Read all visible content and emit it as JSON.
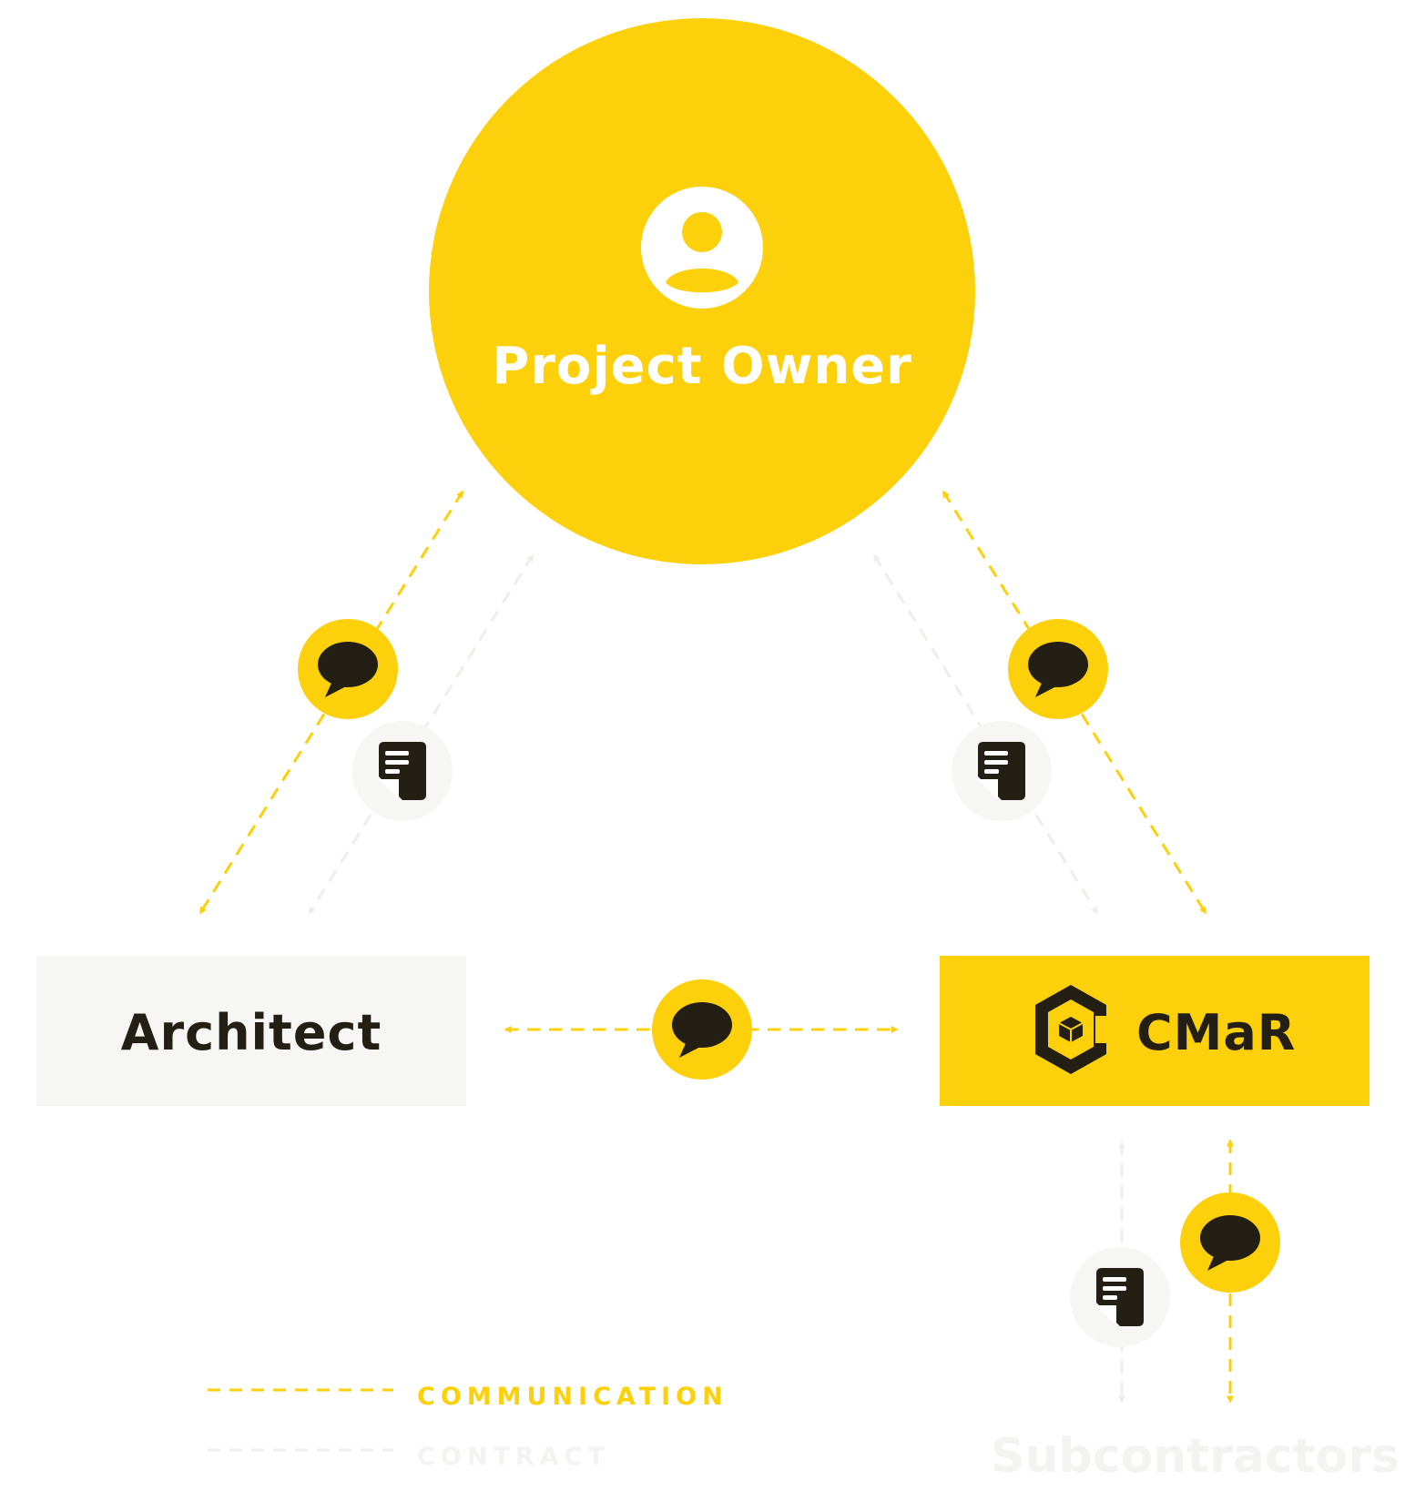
{
  "nodes": {
    "owner": {
      "label": "Project Owner",
      "icon": "user-avatar-icon"
    },
    "architect": {
      "label": "Architect"
    },
    "cmar": {
      "label": "CMaR",
      "icon": "cmar-logo-icon"
    },
    "subcontractors": {
      "label": "Subcontractors"
    }
  },
  "legend": {
    "communication": "COMMUNICATION",
    "contract": "CONTRACT"
  },
  "icons": {
    "communication": "speech-bubble-icon",
    "contract": "document-icon"
  },
  "colors": {
    "primary_yellow": "#fcd00b",
    "dark": "#231f14",
    "light_gray": "#f6f6f4",
    "pale_line": "#eeeeec"
  }
}
